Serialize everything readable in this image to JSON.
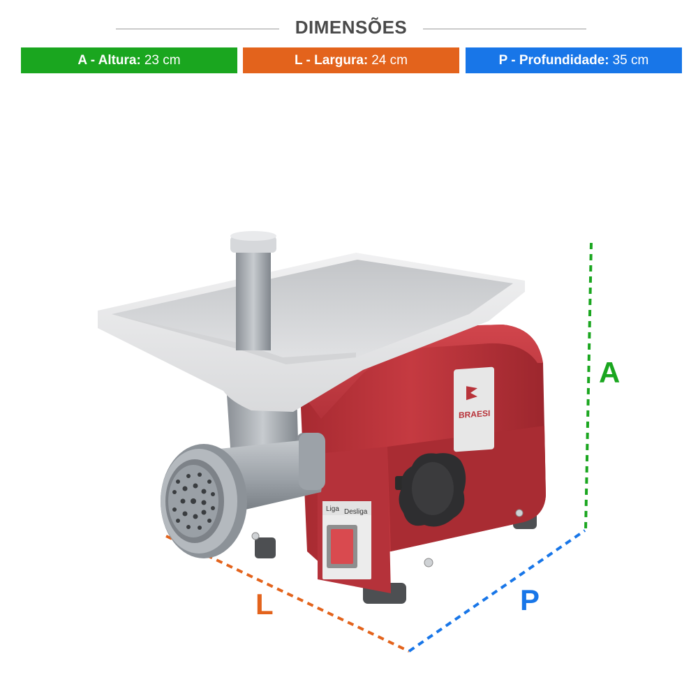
{
  "header": {
    "title": "DIMENSÕES"
  },
  "dimensions": [
    {
      "key": "A",
      "label": "A - Altura:",
      "value": "23 cm",
      "color": "#1aa61f"
    },
    {
      "key": "L",
      "label": "L - Largura:",
      "value": "24 cm",
      "color": "#e3631c"
    },
    {
      "key": "P",
      "label": "P - Profundidade:",
      "value": "35 cm",
      "color": "#1876e8"
    }
  ],
  "markers": {
    "a": "A",
    "l": "L",
    "p": "P"
  },
  "product": {
    "brand": "BRAESI",
    "switch_on": "Liga",
    "switch_off": "Desliga",
    "body_color": "#b8333a",
    "tray_color": "#e9e9ea",
    "metal_color": "#9aa0a6"
  }
}
